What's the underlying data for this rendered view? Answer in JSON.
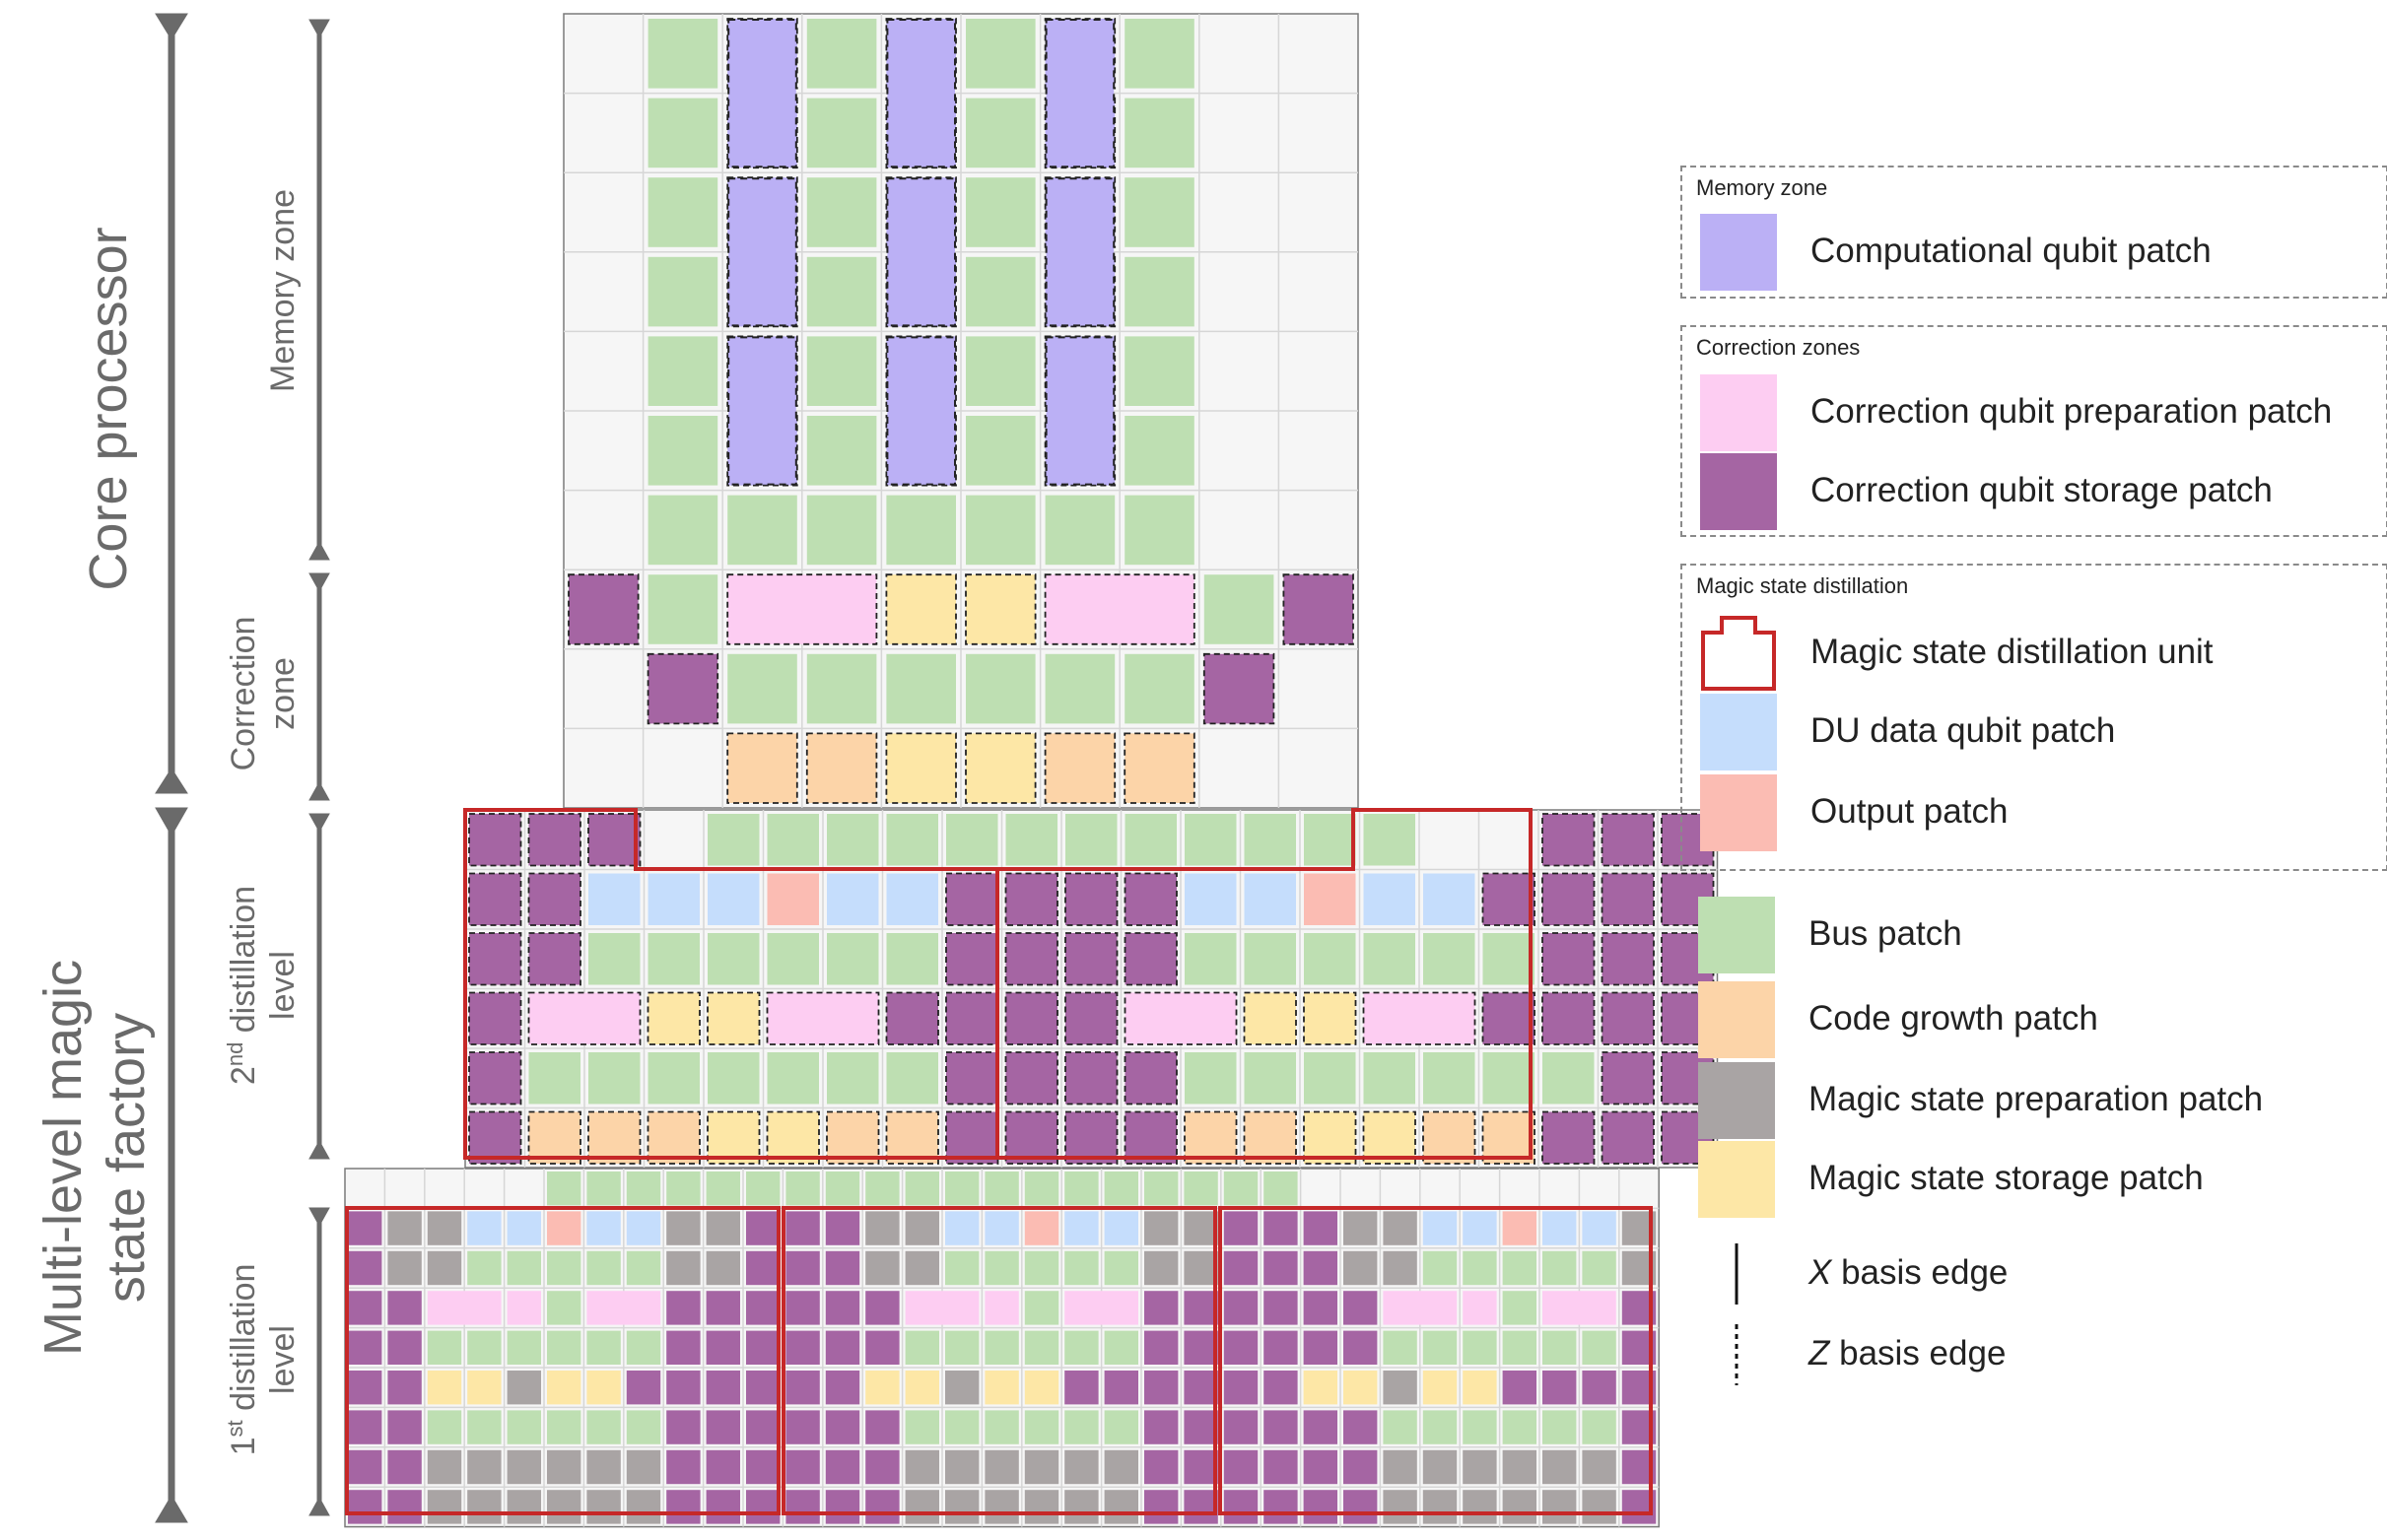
{
  "side_labels": {
    "core_processor": "Core processor",
    "factory_line1": "Multi-level magic",
    "factory_line2": "state factory",
    "memory_zone": "Memory zone",
    "correction_zone_line1": "Correction",
    "correction_zone_line2": "zone",
    "level2_ordinal": "2",
    "level2_sup": "nd",
    "level2_rest": " distillation",
    "level2_line2": "level",
    "level1_ordinal": "1",
    "level1_sup": "st",
    "level1_rest": " distillation",
    "level1_line2": "level"
  },
  "legend": {
    "memory_group": {
      "title": "Memory zone",
      "items": [
        {
          "label": "Computational qubit patch",
          "color": "#bbb0f5"
        }
      ]
    },
    "correction_group": {
      "title": "Correction zones",
      "items": [
        {
          "label": "Correction qubit preparation patch",
          "color": "#fdcdf2"
        },
        {
          "label": "Correction qubit storage patch",
          "color": "#a565a3"
        }
      ]
    },
    "distillation_group": {
      "title": "Magic state distillation",
      "items": [
        {
          "label": "Magic state distillation unit",
          "color": "#c62828"
        },
        {
          "label": "DU data qubit patch",
          "color": "#c5ddfc"
        },
        {
          "label": "Output patch",
          "color": "#fbbcb3"
        }
      ]
    },
    "plain_items": [
      {
        "label": "Bus patch",
        "color": "#bedfb2"
      },
      {
        "label": "Code growth patch",
        "color": "#fcd4a8"
      },
      {
        "label": "Magic state preparation patch",
        "color": "#a9a4a4"
      },
      {
        "label": "Magic state storage patch",
        "color": "#fde7a6"
      }
    ],
    "edges": {
      "x_symbol": "X",
      "x_rest": " basis edge",
      "z_symbol": "Z",
      "z_rest": " basis edge"
    }
  },
  "colors": {
    "computational": "#bbb0f5",
    "bus": "#bedfb2",
    "corr_storage": "#a565a3",
    "corr_prep": "#fdcdf2",
    "ms_storage": "#fde7a6",
    "code_growth": "#fcd4a8",
    "du_data": "#c5ddfc",
    "output": "#fbbcb3",
    "ms_prep": "#a9a4a4",
    "distillation_unit": "#c62828",
    "grid_line": "#d6d6d6",
    "grid_bg": "#f6f6f6",
    "arrow": "#6a6a6a"
  }
}
